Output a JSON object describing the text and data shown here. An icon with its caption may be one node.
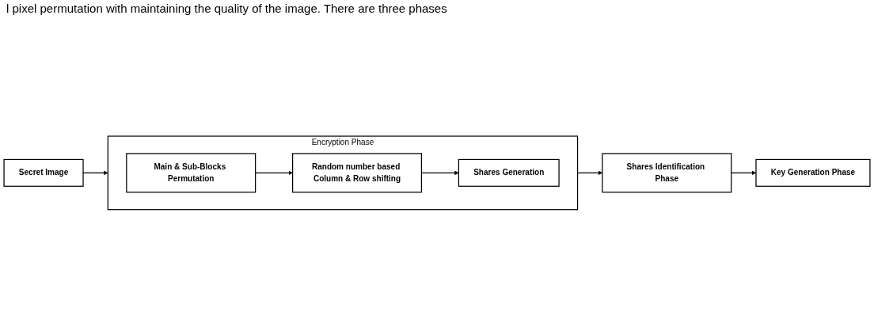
{
  "diagram": {
    "nodes": [
      {
        "text": [
          "Secret Image"
        ]
      },
      {
        "text": [
          "Encryption Phase"
        ]
      },
      {
        "text": [
          "Main & Sub-Blocks Permutation"
        ],
        "in": 1
      },
      {
        "text": [
          "Random number based Column & Row shifting"
        ],
        "in": 1
      },
      {
        "text": [
          "Shares Generation"
        ],
        "in": 1
      },
      {
        "text": [
          "Key Generation Phase"
        ]
      },
      {
        "text": [
          "Shares Identification Phase"
        ]
      }
    ],
    "edges": [
      {
        "from": 0,
        "to": 1,
        "arrow": "to"
      },
      {
        "from": 2,
        "to": 3,
        "arrow": "to"
      },
      {
        "from": 3,
        "to": 4,
        "arrow": "to"
      },
      {
        "from": 1,
        "to": 6,
        "arrow": "to"
      },
      {
        "from": 6,
        "to": 5,
        "arrow": "to"
      }
    ],
    "labels": [
      "l pixel permutation with maintaining the quality of the image. There are three phases"
    ]
  }
}
